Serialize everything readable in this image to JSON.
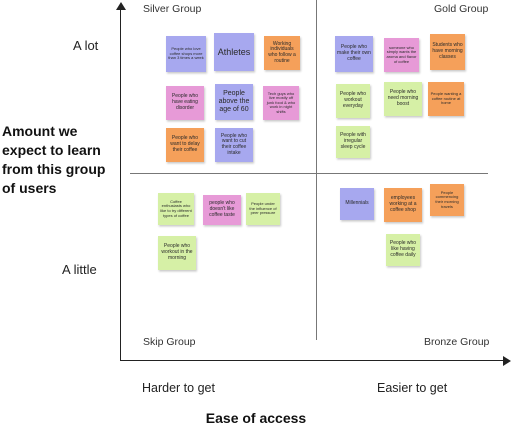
{
  "colors": {
    "purple": "#a7a8ef",
    "pink": "#e79ad7",
    "orange": "#f5a05a",
    "green": "#d6f0a6"
  },
  "axes": {
    "y_title": "Amount we expect to learn from this group of users",
    "y_top": "A lot",
    "y_bottom": "A little",
    "x_title": "Ease of access",
    "x_left": "Harder to get",
    "x_right": "Easier to get"
  },
  "quadrants": {
    "top_left": "Silver Group",
    "top_right": "Gold Group",
    "bottom_left": "Skip Group",
    "bottom_right": "Bronze Group"
  },
  "notes": {
    "a1": "People who love coffee shops more than 3 times a week",
    "a2": "Athletes",
    "a3": "Working individuals who follow a routine",
    "a4": "People who have eating disorder",
    "a5": "People above the age of 60",
    "a6": "Tech guys who live mostly off junk food & who work in night shifts",
    "a7": "People who want to delay their coffee",
    "a8": "People who want to cut their coffee intake",
    "b1": "People who make their own coffee",
    "b2": "someone who simply wants the aroma and flavor of coffee",
    "b3": "Students who have morning classes",
    "b4": "People who workout everyday",
    "b5": "People who need morning boost",
    "b6": "People wanting a coffee routine at home",
    "b7": "People with irregular sleep cycle",
    "c1": "Coffee enthusiasts who like to try different types of coffee",
    "c2": "people who doesn't like coffee taste",
    "c3": "People under the influence of peer pressure",
    "c4": "People who workout in the morning",
    "d1": "Millennials",
    "d2": "employees working at a coffee shop",
    "d3": "People commencing their morning travels",
    "d4": "People who like having coffee daily"
  }
}
